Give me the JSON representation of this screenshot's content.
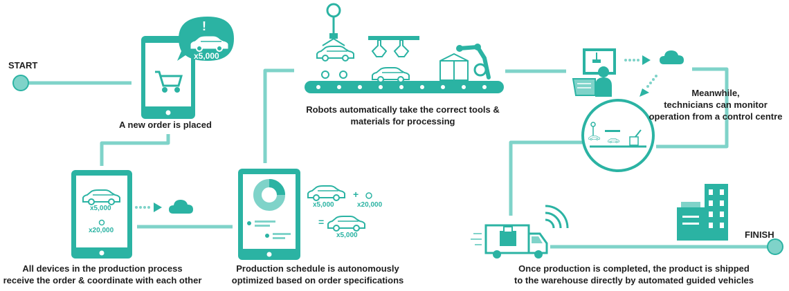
{
  "colors": {
    "teal": "#2bb3a3",
    "light_teal": "#7fd3c9",
    "dark": "#1e1e1e",
    "white": "#ffffff"
  },
  "flow": {
    "start_label": "START",
    "finish_label": "FINISH"
  },
  "steps": {
    "order_placed": {
      "caption": "A new order is placed",
      "badge_symbol": "!",
      "badge_quantity": "x5,000",
      "icon": "shopping-cart-icon"
    },
    "devices_coordinate": {
      "caption_line1": "All devices in the production process",
      "caption_line2": "receive the order & coordinate with each other",
      "car_quantity": "x5,000",
      "dot_quantity": "x20,000",
      "icon": "cloud-icon"
    },
    "schedule_optimized": {
      "caption_line1": "Production schedule is autonomously",
      "caption_line2": "optimized based on order specifications",
      "car_quantity_a": "x5,000",
      "plus_sign": "+",
      "dot_quantity": "x20,000",
      "equals_sign": "=",
      "car_quantity_b": "x5,000"
    },
    "robots_processing": {
      "caption_line1": "Robots automatically take the correct tools &",
      "caption_line2": "materials for processing",
      "icon": "robot-arm-icon"
    },
    "technicians_monitor": {
      "caption_line1": "Meanwhile,",
      "caption_line2": "technicians can monitor",
      "caption_line3": "operation from a control centre",
      "icon": "control-centre-icon"
    },
    "shipping": {
      "caption_line1": "Once production is completed, the product is shipped",
      "caption_line2": "to the warehouse directly by automated guided vehicles",
      "icon": "delivery-truck-icon"
    }
  }
}
